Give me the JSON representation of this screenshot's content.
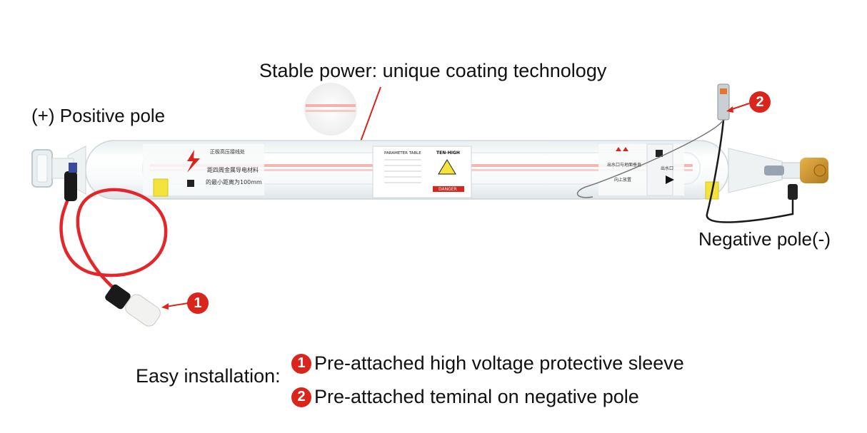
{
  "title": "Stable power: unique coating technology",
  "positive_pole": "(+) Positive pole",
  "negative_pole": "Negative pole(-)",
  "callouts": {
    "one": "1",
    "two": "2"
  },
  "easy_installation": "Easy installation:",
  "features": [
    {
      "num": "1",
      "text": "Pre-attached high voltage protective sleeve"
    },
    {
      "num": "2",
      "text": "Pre-attached teminal on negative pole"
    }
  ],
  "tube_labels": {
    "left_cn": "正极高压接线处",
    "left_cn2": "距四周金属导电材料",
    "left_cn3": "的最小距离为100mm",
    "param_title": "PARAMETER TABLE",
    "brand": "TEN-HIGH",
    "danger": "DANGER",
    "right_cn": "出水口与地面垂直",
    "right_cn2": "向上放置",
    "right_cn3": "出水口"
  },
  "colors": {
    "accent": "#d9251c",
    "wire": "#e3262a",
    "glass": "#f4f6f7",
    "yellow": "#f3e33b"
  }
}
